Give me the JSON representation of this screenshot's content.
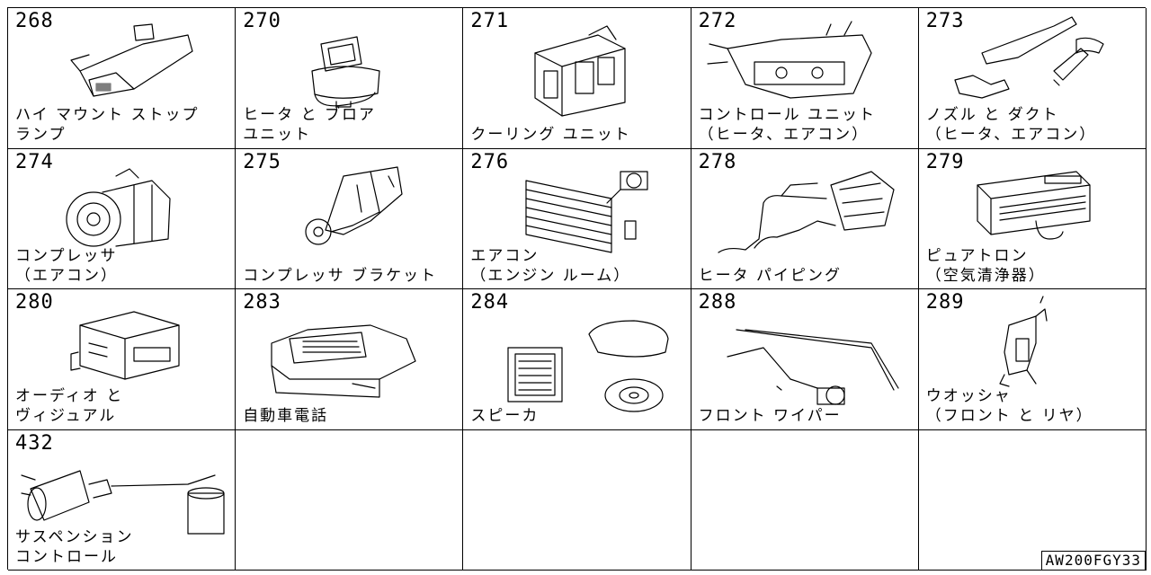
{
  "cells": [
    {
      "id": "268",
      "lines": [
        "ハイ マウント ストップ",
        "ランプ"
      ]
    },
    {
      "id": "270",
      "lines": [
        "ヒータ と ブロア",
        "ユニット"
      ]
    },
    {
      "id": "271",
      "lines": [
        "",
        "クーリング ユニット"
      ]
    },
    {
      "id": "272",
      "lines": [
        "コントロール ユニット",
        "（ヒータ、エアコン）"
      ]
    },
    {
      "id": "273",
      "lines": [
        "ノズル と ダクト",
        "（ヒータ、エアコン）"
      ]
    },
    {
      "id": "274",
      "lines": [
        "コンプレッサ",
        "（エアコン）"
      ]
    },
    {
      "id": "275",
      "lines": [
        "",
        "コンプレッサ ブラケット"
      ]
    },
    {
      "id": "276",
      "lines": [
        "エアコン",
        "（エンジン ルーム）"
      ]
    },
    {
      "id": "278",
      "lines": [
        "",
        "ヒータ パイピング"
      ]
    },
    {
      "id": "279",
      "lines": [
        "ピュアトロン",
        "（空気清浄器）"
      ]
    },
    {
      "id": "280",
      "lines": [
        "オーディオ と",
        "ヴィジュアル"
      ]
    },
    {
      "id": "283",
      "lines": [
        "",
        "自動車電話"
      ]
    },
    {
      "id": "284",
      "lines": [
        "",
        "スピーカ"
      ]
    },
    {
      "id": "288",
      "lines": [
        "",
        "フロント ワイパー"
      ]
    },
    {
      "id": "289",
      "lines": [
        "ウオッシャ",
        "（フロント と リヤ）"
      ]
    },
    {
      "id": "432",
      "lines": [
        "サスペンション",
        "コントロール"
      ]
    }
  ],
  "empty_cells": 4,
  "diagram_code": "AW200FGY33"
}
